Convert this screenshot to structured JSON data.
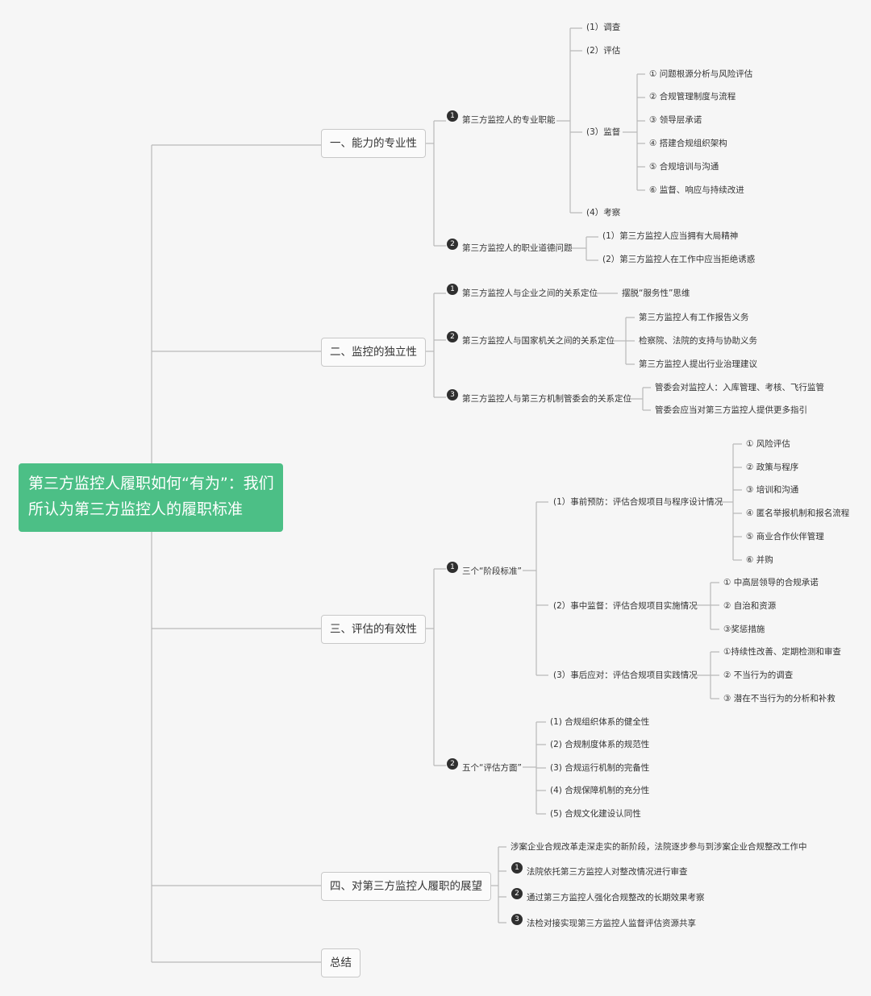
{
  "root": "第三方监控人履职如何“有为”：我们所认为第三方监控人的履职标准",
  "b1": {
    "label": "一、能力的专业性",
    "s1": {
      "num": "1",
      "label": "第三方监控人的专业职能",
      "items": [
        "(1）调查",
        "(2）评估",
        "(3）监督",
        "(4）考察"
      ],
      "supervise": [
        "① 问题根源分析与风险评估",
        "② 合规管理制度与流程",
        "③ 领导层承诺",
        "④ 搭建合规组织架构",
        "⑤ 合规培训与沟通",
        "⑥ 监督、响应与持续改进"
      ]
    },
    "s2": {
      "num": "2",
      "label": "第三方监控人的职业道德问题",
      "items": [
        "(1）第三方监控人应当拥有大局精神",
        "(2）第三方监控人在工作中应当拒绝诱惑"
      ]
    }
  },
  "b2": {
    "label": "二、监控的独立性",
    "s1": {
      "num": "1",
      "label": "第三方监控人与企业之间的关系定位",
      "items": [
        "摆脱“服务性”思维"
      ]
    },
    "s2": {
      "num": "2",
      "label": "第三方监控人与国家机关之间的关系定位",
      "items": [
        "第三方监控人有工作报告义务",
        "检察院、法院的支持与协助义务",
        "第三方监控人提出行业治理建议"
      ]
    },
    "s3": {
      "num": "3",
      "label": "第三方监控人与第三方机制管委会的关系定位",
      "items": [
        "管委会对监控人：入库管理、考核、飞行监管",
        "管委会应当对第三方监控人提供更多指引"
      ]
    }
  },
  "b3": {
    "label": "三、评估的有效性",
    "s1": {
      "num": "1",
      "label": "三个“阶段标准”",
      "p1": {
        "label": "(1）事前预防：评估合规项目与程序设计情况",
        "items": [
          "① 风险评估",
          "② 政策与程序",
          "③ 培训和沟通",
          "④ 匿名举报机制和报名流程",
          "⑤ 商业合作伙伴管理",
          "⑥ 并购"
        ]
      },
      "p2": {
        "label": "(2）事中监督：评估合规项目实施情况",
        "items": [
          "① 中高层领导的合规承诺",
          "② 自治和资源",
          "③奖惩措施"
        ]
      },
      "p3": {
        "label": "(3）事后应对：评估合规项目实践情况",
        "items": [
          "①持续性改善、定期检测和审查",
          "② 不当行为的调查",
          "③ 潜在不当行为的分析和补救"
        ]
      }
    },
    "s2": {
      "num": "2",
      "label": "五个“评估方面”",
      "items": [
        "(1) 合规组织体系的健全性",
        "(2) 合规制度体系的规范性",
        "(3) 合规运行机制的完备性",
        "(4) 合规保障机制的充分性",
        "(5) 合规文化建设认同性"
      ]
    }
  },
  "b4": {
    "label": "四、对第三方监控人履职的展望",
    "intro": "涉案企业合规改革走深走实的新阶段，法院逐步参与到涉案企业合规整改工作中",
    "items": [
      {
        "num": "1",
        "label": "法院依托第三方监控人对整改情况进行审查"
      },
      {
        "num": "2",
        "label": "通过第三方监控人强化合规整改的长期效果考察"
      },
      {
        "num": "3",
        "label": "法检对接实现第三方监控人监督评估资源共享"
      }
    ]
  },
  "b5": {
    "label": "总结"
  },
  "colors": {
    "root_bg": "#4cbf86",
    "line": "#b9b9b9",
    "badge": "#2f2f2f"
  }
}
